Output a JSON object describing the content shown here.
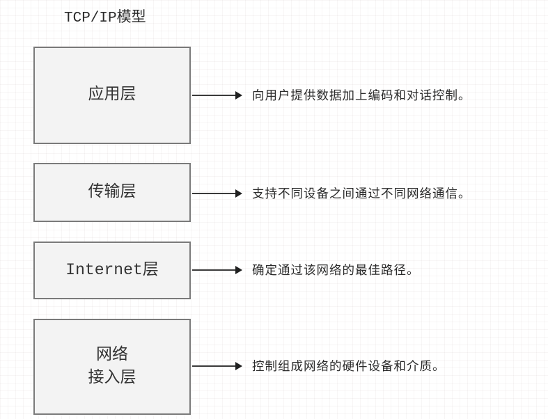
{
  "title": "TCP/IP模型",
  "diagram_type": "tcp-ip-layer-model",
  "colors": {
    "box_fill": "#f3f3f3",
    "box_border": "#7a7a7a",
    "text": "#2b2b2b",
    "arrow": "#3a3a3a",
    "background": "#ffffff"
  },
  "layers": [
    {
      "label": "应用层",
      "description": "向用户提供数据加上编码和对话控制。"
    },
    {
      "label": "传输层",
      "description": "支持不同设备之间通过不同网络通信。"
    },
    {
      "label": "Internet层",
      "description": "确定通过该网络的最佳路径。"
    },
    {
      "label": "网络\n接入层",
      "description": "控制组成网络的硬件设备和介质。"
    }
  ]
}
